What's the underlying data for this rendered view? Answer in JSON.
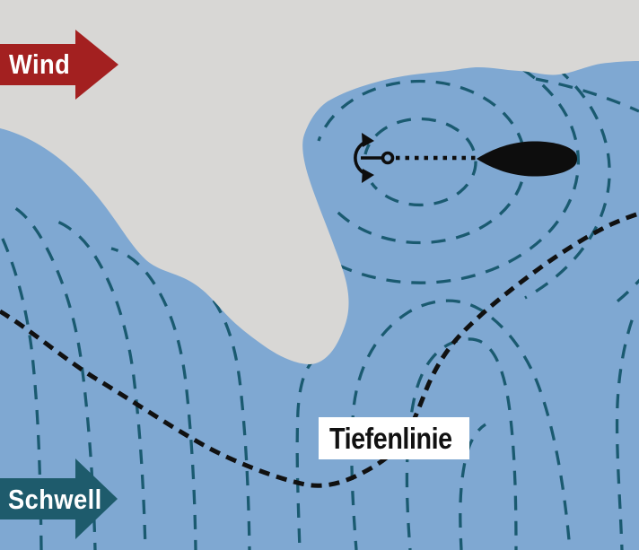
{
  "diagram": {
    "labels": {
      "wind": "Wind",
      "swell": "Schwell",
      "depth_line": "Tiefenlinie"
    },
    "colors": {
      "land": "#d8d7d5",
      "water": "#7fa8d2",
      "wave_line": "#1a5a70",
      "depth_line": "#111111",
      "wind_arrow": "#a32020",
      "swell_arrow": "#1e5b6c",
      "boat": "#0d0d0d",
      "anchor": "#0d0d0d",
      "anchor_rode": "#0d0d0d",
      "label_box_bg": "#ffffff",
      "label_box_text": "#111111",
      "arrow_label_text": "#ffffff"
    },
    "icons": {
      "wind_arrow": "right-arrow",
      "swell_arrow": "right-arrow",
      "anchor": "anchor-symbol",
      "boat": "boat-hull-top-view",
      "wave_crests": "dashed-curves",
      "depth_contour": "dashed-black-curve"
    },
    "scene": {
      "description_elements": [
        "land",
        "water",
        "bay",
        "headland",
        "anchored-boat"
      ]
    }
  }
}
